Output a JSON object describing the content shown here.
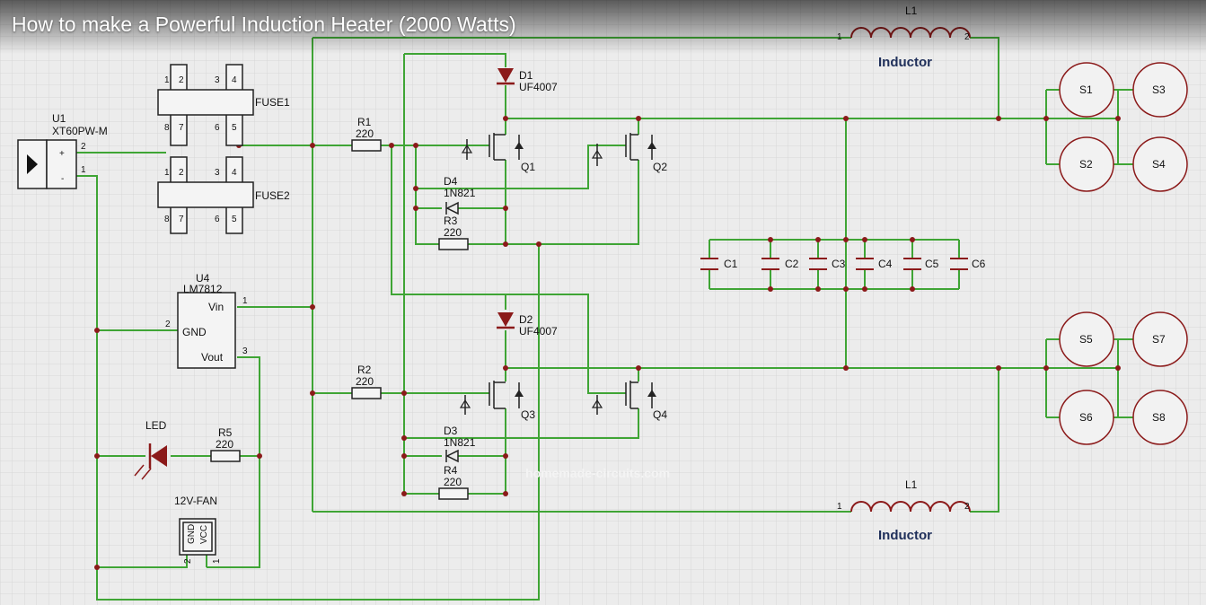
{
  "title": "How to make a Powerful Induction Heater (2000 Watts)",
  "watermark": "homemade-circuits.com",
  "components": {
    "u1": {
      "ref": "U1",
      "part": "XT60PW-M",
      "plus": "+",
      "minus": "-",
      "pin_top": "2",
      "pin_bottom": "1"
    },
    "fuse1": {
      "ref": "FUSE1"
    },
    "fuse2": {
      "ref": "FUSE2"
    },
    "fuse_pins": {
      "p1": "1",
      "p2": "2",
      "p3": "3",
      "p4": "4",
      "p5": "5",
      "p6": "6",
      "p7": "7",
      "p8": "8"
    },
    "u4": {
      "ref": "U4",
      "part": "LM7812",
      "vin": "Vin",
      "gnd": "GND",
      "vout": "Vout",
      "pin1": "1",
      "pin2": "2",
      "pin3": "3"
    },
    "led": {
      "ref": "LED"
    },
    "r5": {
      "ref": "R5",
      "value": "220"
    },
    "fan": {
      "ref": "12V-FAN",
      "gnd": "GND",
      "vcc": "VCC",
      "pin1": "1",
      "pin2": "2"
    },
    "r1": {
      "ref": "R1",
      "value": "220"
    },
    "r2": {
      "ref": "R2",
      "value": "220"
    },
    "r3": {
      "ref": "R3",
      "value": "220"
    },
    "r4": {
      "ref": "R4",
      "value": "220"
    },
    "d1": {
      "ref": "D1",
      "part": "UF4007"
    },
    "d2": {
      "ref": "D2",
      "part": "UF4007"
    },
    "d3": {
      "ref": "D3",
      "part": "1N821"
    },
    "d4": {
      "ref": "D4",
      "part": "1N821"
    },
    "q1": "Q1",
    "q2": "Q2",
    "q3": "Q3",
    "q4": "Q4",
    "caps": [
      "C1",
      "C2",
      "C3",
      "C4",
      "C5",
      "C6"
    ],
    "l1_top": {
      "ref": "L1",
      "name": "Inductor",
      "pin1": "1",
      "pin2": "2"
    },
    "l1_bottom": {
      "ref": "L1",
      "name": "Inductor",
      "pin1": "1",
      "pin2": "2"
    },
    "s_top": [
      "S1",
      "S3",
      "S2",
      "S4"
    ],
    "s_bottom": [
      "S5",
      "S7",
      "S6",
      "S8"
    ]
  },
  "colors": {
    "wire": "#3fa535",
    "component": "#8b1a1a",
    "grid": "#d4d4d4",
    "label": "#1f2f5a"
  }
}
